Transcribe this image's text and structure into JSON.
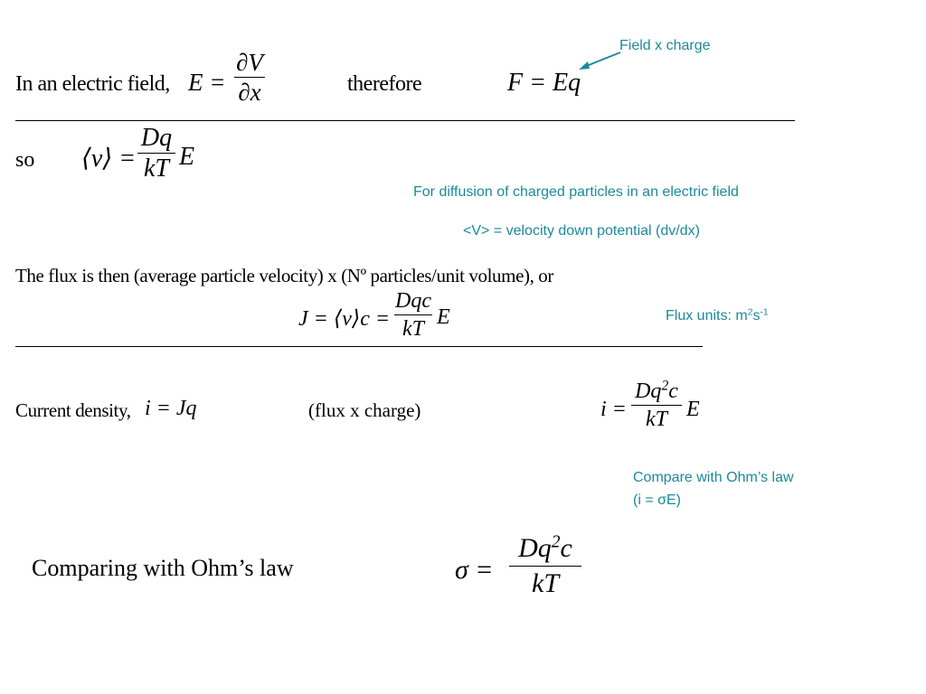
{
  "line1": {
    "text": "In an  electric field,",
    "e_lhs": "E =",
    "dv_num": "∂V",
    "dv_den": "∂x",
    "therefore": "therefore",
    "force": "F = Eq",
    "note": "Field x charge"
  },
  "line2": {
    "so": "so",
    "lhs": "⟨v⟩ =",
    "num": "Dq",
    "den": "kT",
    "rhs": "E",
    "note1": "For diffusion of charged particles in an electric field",
    "note2": "<V> = velocity down potential (dv/dx)"
  },
  "line3": {
    "text": "The flux is then (average particle velocity) x (Nº particles/unit volume), or",
    "lhs": "J = ⟨v⟩c =",
    "num": "Dqc",
    "den": "kT",
    "rhs": "E",
    "note_prefix": "Flux units: m",
    "note_sup1": "2",
    "note_mid": "s",
    "note_sup2": "-1"
  },
  "line4": {
    "text": "Current density,",
    "eq": "i = Jq",
    "flux_charge": "(flux x charge)",
    "lhs": "i =",
    "num": "Dq",
    "num_sup": "2",
    "num_tail": "c",
    "den": "kT",
    "rhs": "E",
    "note1": "Compare with Ohm’s law",
    "note2": "(i = σE)"
  },
  "line5": {
    "text": "Comparing with Ohm’s law",
    "lhs": "σ =",
    "num": "Dq",
    "num_sup": "2",
    "num_tail": "c",
    "den": "kT"
  },
  "colors": {
    "note": "#1a8a9a",
    "text": "#000000"
  },
  "icons": {
    "arrow": "arrow-icon"
  }
}
